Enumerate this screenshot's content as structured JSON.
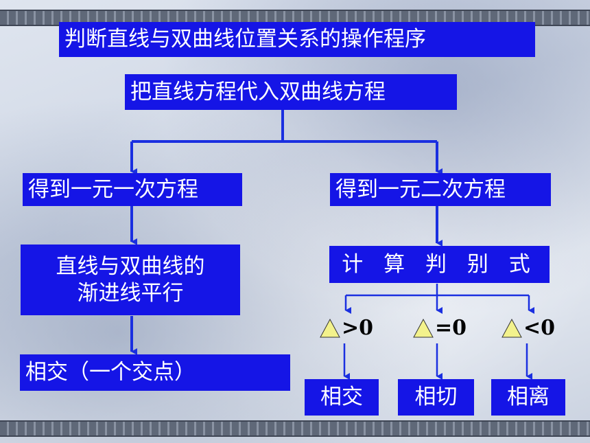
{
  "title": "判断直线与双曲线位置关系的操作程序",
  "step_substitute": "把直线方程代入双曲线方程",
  "left_branch": {
    "equation": "得到一元一次方程",
    "condition_line1": "直线与双曲线的",
    "condition_line2": "渐进线平行",
    "result": "相交（一个交点）"
  },
  "right_branch": {
    "equation": "得到一元二次方程",
    "discriminant": "计 算 判 别 式",
    "cases": [
      {
        "condition": ">0",
        "result": "相交"
      },
      {
        "condition": "=0",
        "result": "相切"
      },
      {
        "condition": "<0",
        "result": "相离"
      }
    ]
  },
  "colors": {
    "box_fill": "#1515e6",
    "box_text": "#ffffff",
    "connector": "#1a2fe0",
    "triangle_fill": "#f3f28c"
  },
  "icons": {
    "delta": "triangle-icon",
    "arrow": "arrow-down-icon"
  }
}
